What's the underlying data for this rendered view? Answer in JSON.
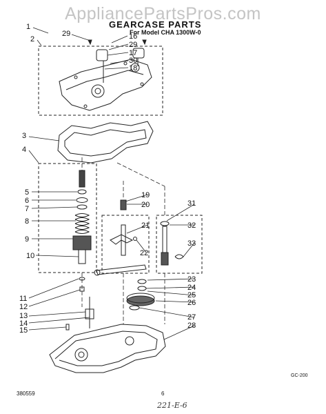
{
  "watermark": "AppliancePartsPros.com",
  "title": "GEARCASE PARTS",
  "subtitle": "For Model  CHA 1300W-0",
  "callouts": [
    "1",
    "2",
    "29",
    "16",
    "29",
    "17",
    "30",
    "18",
    "3",
    "4",
    "5",
    "6",
    "7",
    "8",
    "9",
    "10",
    "11",
    "12",
    "13",
    "14",
    "15",
    "19",
    "20",
    "21",
    "22",
    "31",
    "32",
    "33",
    "23",
    "24",
    "25",
    "26",
    "27",
    "28"
  ],
  "footer": {
    "left": "380559",
    "center": "6",
    "code": "GC-200",
    "handwritten": "221-E-6"
  }
}
